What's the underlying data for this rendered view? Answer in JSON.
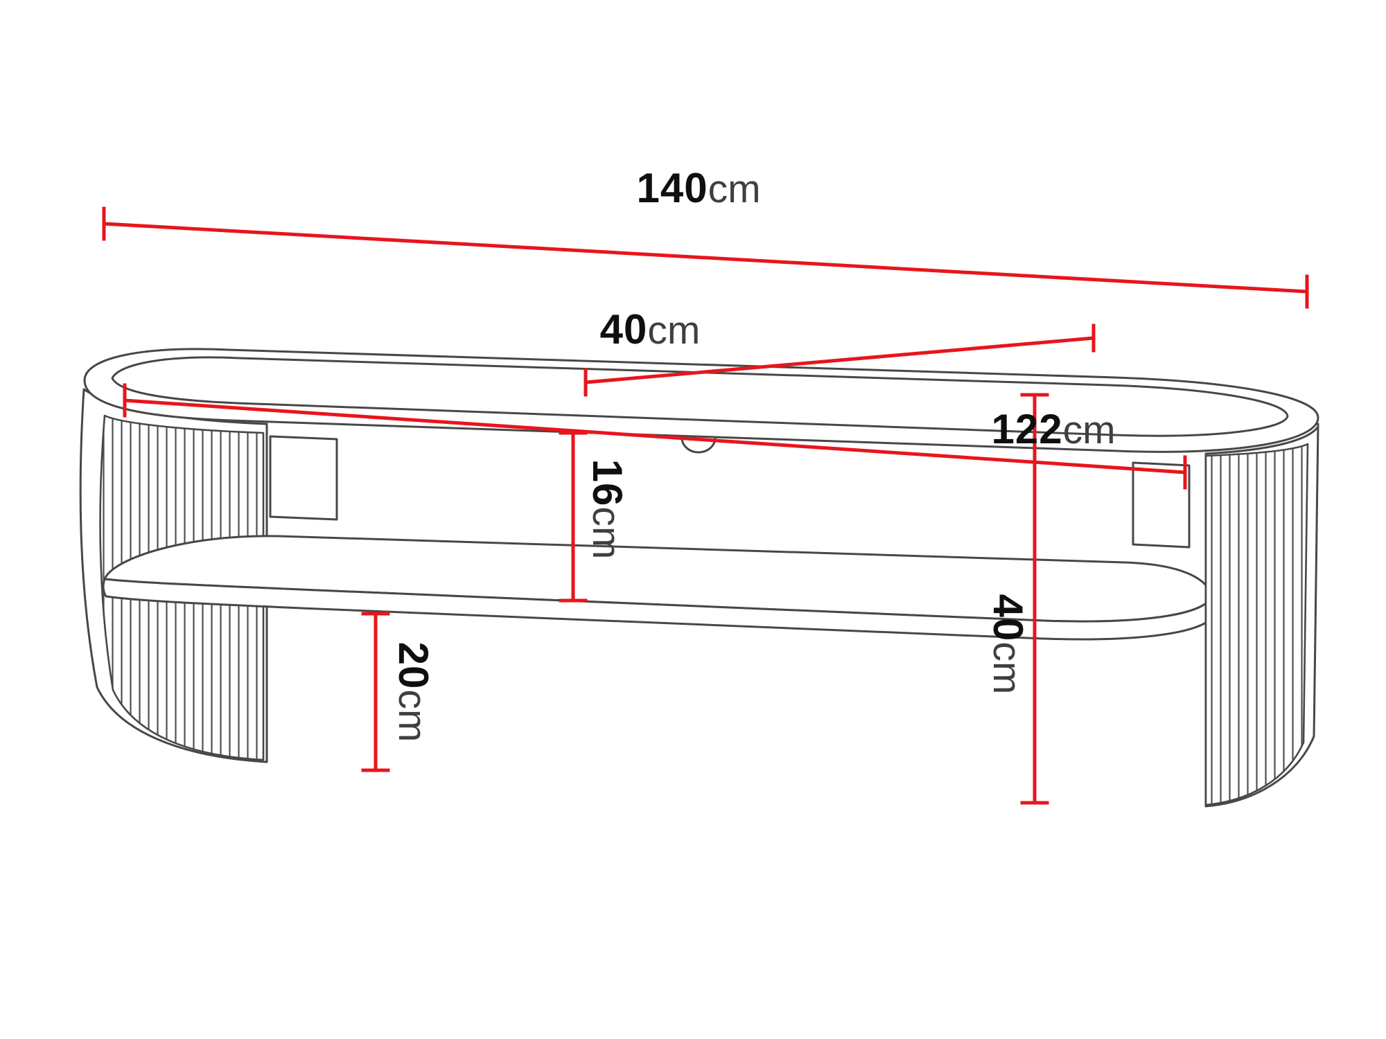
{
  "diagram": {
    "kind": "furniture technical dimension drawing",
    "subject": "Oval TV stand with fluted curved legs and open shelf",
    "background": "#ffffff"
  },
  "dimensions": {
    "width": {
      "value": "140",
      "unit": "cm"
    },
    "depth": {
      "value": "40",
      "unit": "cm"
    },
    "inner_width": {
      "value": "122",
      "unit": "cm"
    },
    "inner_height": {
      "value": "16",
      "unit": "cm"
    },
    "base_height": {
      "value": "20",
      "unit": "cm"
    },
    "total_height": {
      "value": "40",
      "unit": "cm"
    }
  },
  "colors": {
    "dimension_line": "#e8151c",
    "outline": "#474747",
    "number_text": "#0f0f0f",
    "unit_text": "#3f3f3f"
  }
}
